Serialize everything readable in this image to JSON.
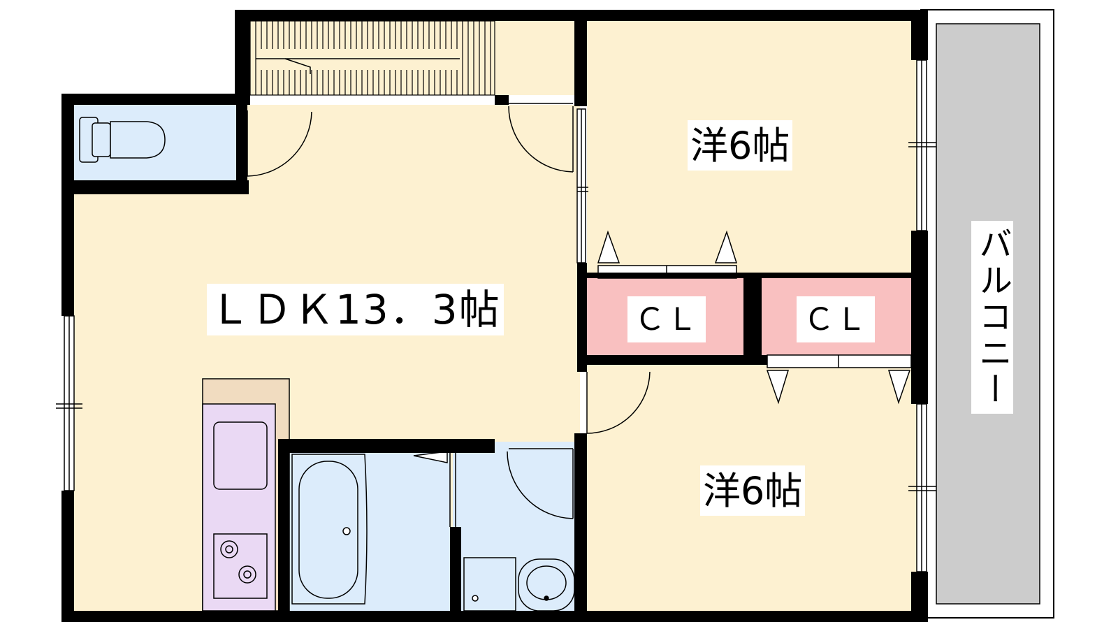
{
  "rooms": {
    "western_top": "洋6帖",
    "western_bottom": "洋6帖",
    "ldk": "ＬＤＫ13．3帖",
    "closet_left": "ＣＬ",
    "closet_right": "ＣＬ",
    "balcony": "バルコニー"
  },
  "colors": {
    "wall": "#000000",
    "room_floor": "#fdf1d1",
    "wet_area": "#dcecfb",
    "closet": "#f9c0c0",
    "kitchen": "#ead9f4",
    "counter": "#f1dcc0",
    "balcony": "#cccccc",
    "stair": "#fdf1d1"
  }
}
